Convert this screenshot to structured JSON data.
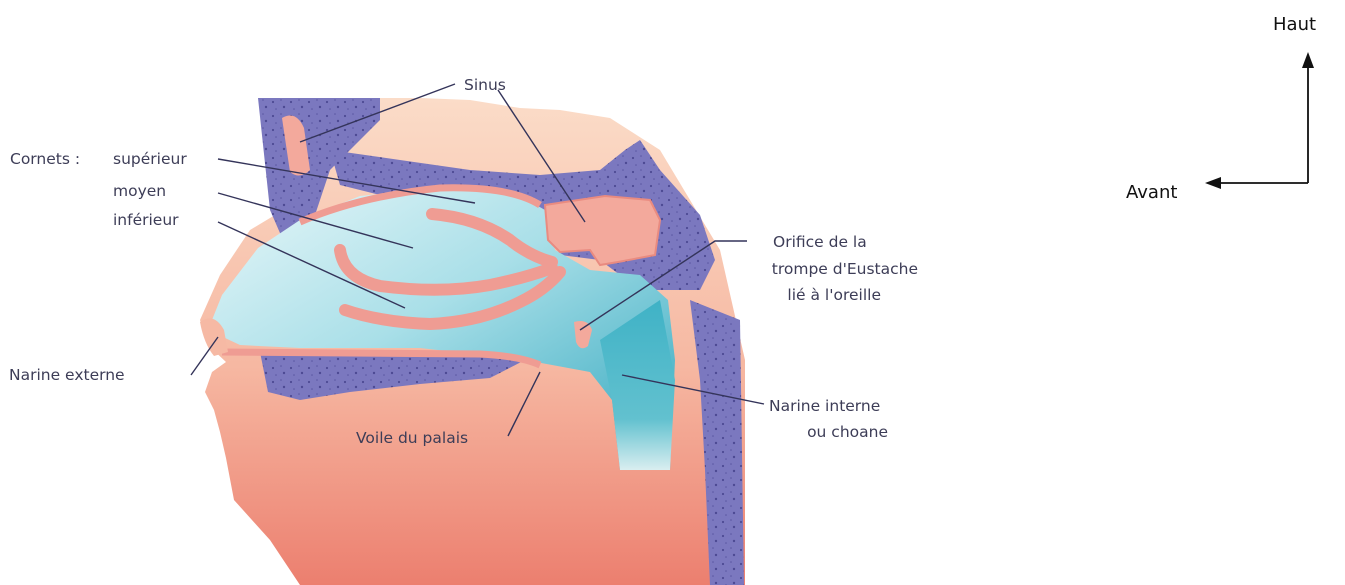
{
  "colors": {
    "skin_light": "#fbd9c5",
    "skin_mid": "#f2a994",
    "skin_dark": "#ec7f6f",
    "bone": "#7a77bd",
    "bone_speckle": "#4d4a94",
    "mucosa": "#f0a39a",
    "air_light": "#dff4f7",
    "air_dark": "#3fb2c6",
    "leader": "#34345a",
    "label_text": "#3d3d57"
  },
  "labels": {
    "sinus": "Sinus",
    "cornets": "Cornets :",
    "superieur": "supérieur",
    "moyen": "moyen",
    "inferieur": "inférieur",
    "orifice_line1": "Orifice de la",
    "orifice_line2": "trompe d'Eustache",
    "orifice_line3": "lié à l'oreille",
    "narine_externe": "Narine externe",
    "voile_du_palais": "Voile du palais",
    "narine_interne_line1": "Narine interne",
    "narine_interne_line2": "ou choane"
  },
  "compass": {
    "haut": "Haut",
    "avant": "Avant"
  }
}
